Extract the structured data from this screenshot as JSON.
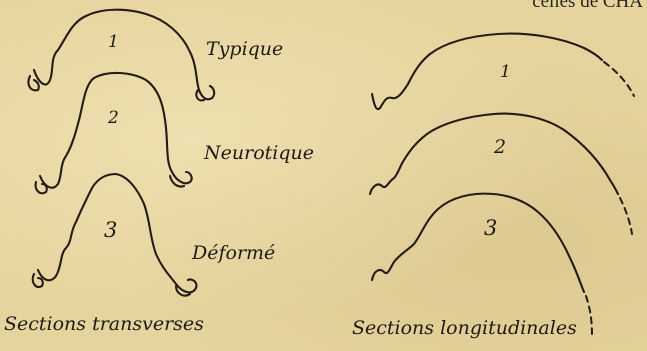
{
  "header_fragment": "celles de CHA",
  "transverse": {
    "caption": "Sections transverses",
    "items": [
      {
        "number": "1",
        "label": "Typique"
      },
      {
        "number": "2",
        "label": "Neurotique"
      },
      {
        "number": "3",
        "label": "Déformé"
      }
    ]
  },
  "longitudinal": {
    "caption": "Sections longitudinales",
    "items": [
      {
        "number": "1"
      },
      {
        "number": "2"
      },
      {
        "number": "3"
      }
    ]
  }
}
